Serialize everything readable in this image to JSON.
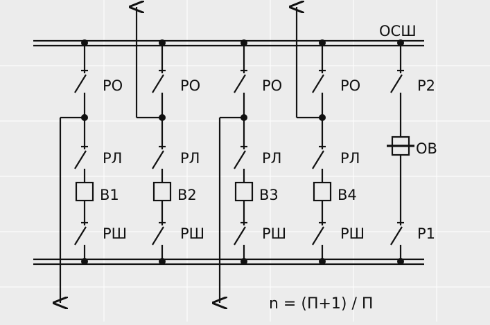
{
  "colors": {
    "background": "#ececec",
    "line": "#111111",
    "grid": "#ffffff"
  },
  "bus_top_label": "ОСШ",
  "formula": "n = (П+1) / П",
  "bays": [
    {
      "disconnector_top": "РО",
      "line_disconnector": "РЛ",
      "breaker": "В1",
      "bus_disconnector": "РШ"
    },
    {
      "disconnector_top": "РО",
      "line_disconnector": "РЛ",
      "breaker": "В2",
      "bus_disconnector": "РШ"
    },
    {
      "disconnector_top": "РО",
      "line_disconnector": "РЛ",
      "breaker": "В3",
      "bus_disconnector": "РШ"
    },
    {
      "disconnector_top": "РО",
      "line_disconnector": "РЛ",
      "breaker": "В4",
      "bus_disconnector": "РШ"
    }
  ],
  "bypass_bay": {
    "disconnector_top": "Р2",
    "breaker": "ОВ",
    "disconnector_bottom": "Р1"
  }
}
